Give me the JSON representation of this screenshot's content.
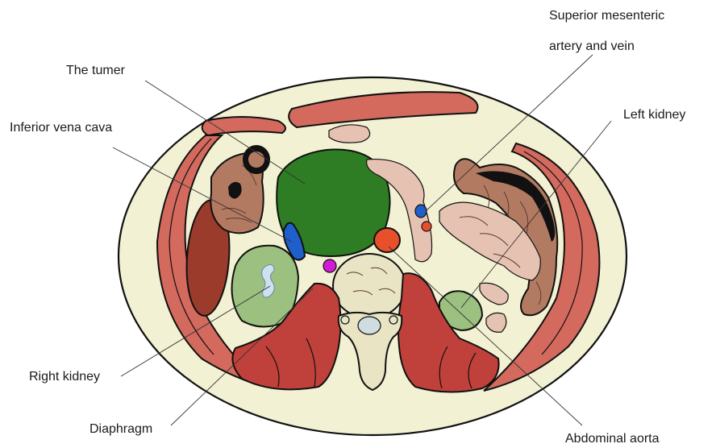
{
  "labels": {
    "superior_mesenteric_line1": "Superior mesenteric",
    "superior_mesenteric_line2": "artery and vein",
    "the_tumer": "The tumer",
    "left_kidney": "Left kidney",
    "inferior_vena_cava": "Inferior vena cava",
    "right_kidney": "Right kidney",
    "diaphragm": "Diaphragm",
    "abdominal_aorta": "Abdominal aorta"
  },
  "colors": {
    "body_fill": "#f2f1d3",
    "muscle": "#d46a5e",
    "muscle_dark": "#c0413b",
    "tumor": "#2e7d24",
    "ivc": "#1f5fc9",
    "aorta": "#e8502c",
    "kidney": "#9bc07f",
    "bowel": "#b37a62",
    "pancreas": "#e6c2b2",
    "vertebra": "#e8e4c4",
    "magenta": "#d21bd6",
    "liver_dark": "#9a3b2c"
  }
}
